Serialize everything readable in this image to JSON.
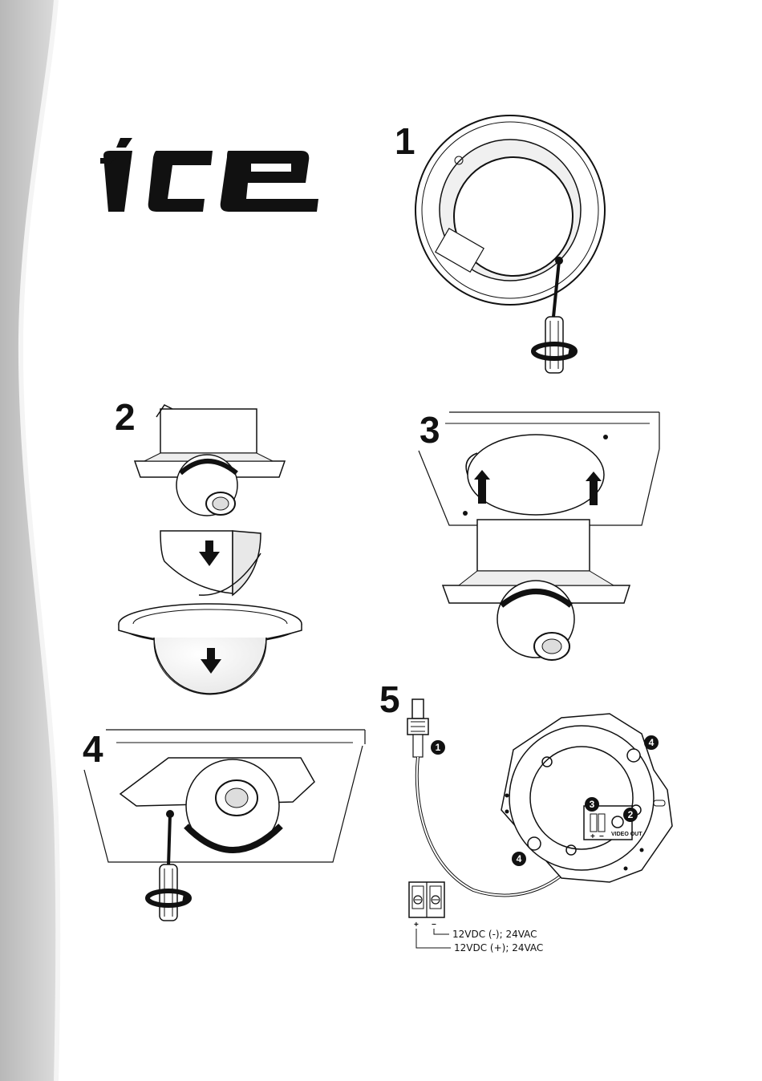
{
  "brand": {
    "logo_text": "ice",
    "color": "#111111"
  },
  "page_edge_color": "#c8c8c8",
  "steps": [
    {
      "number": "1"
    },
    {
      "number": "2"
    },
    {
      "number": "3"
    },
    {
      "number": "4"
    },
    {
      "number": "5"
    }
  ],
  "step5": {
    "callouts": [
      "1",
      "2",
      "3",
      "4",
      "4"
    ],
    "connector_label": "VIDEO OUT",
    "terminal_signs": [
      "+",
      "−"
    ],
    "board_signs": [
      "+",
      "−"
    ],
    "power_labels": {
      "negative": "12VDC (-); 24VAC",
      "positive": "12VDC (+); 24VAC"
    }
  },
  "icons": [
    "screwdriver-icon",
    "down-arrow-icon",
    "up-arrow-icon"
  ]
}
